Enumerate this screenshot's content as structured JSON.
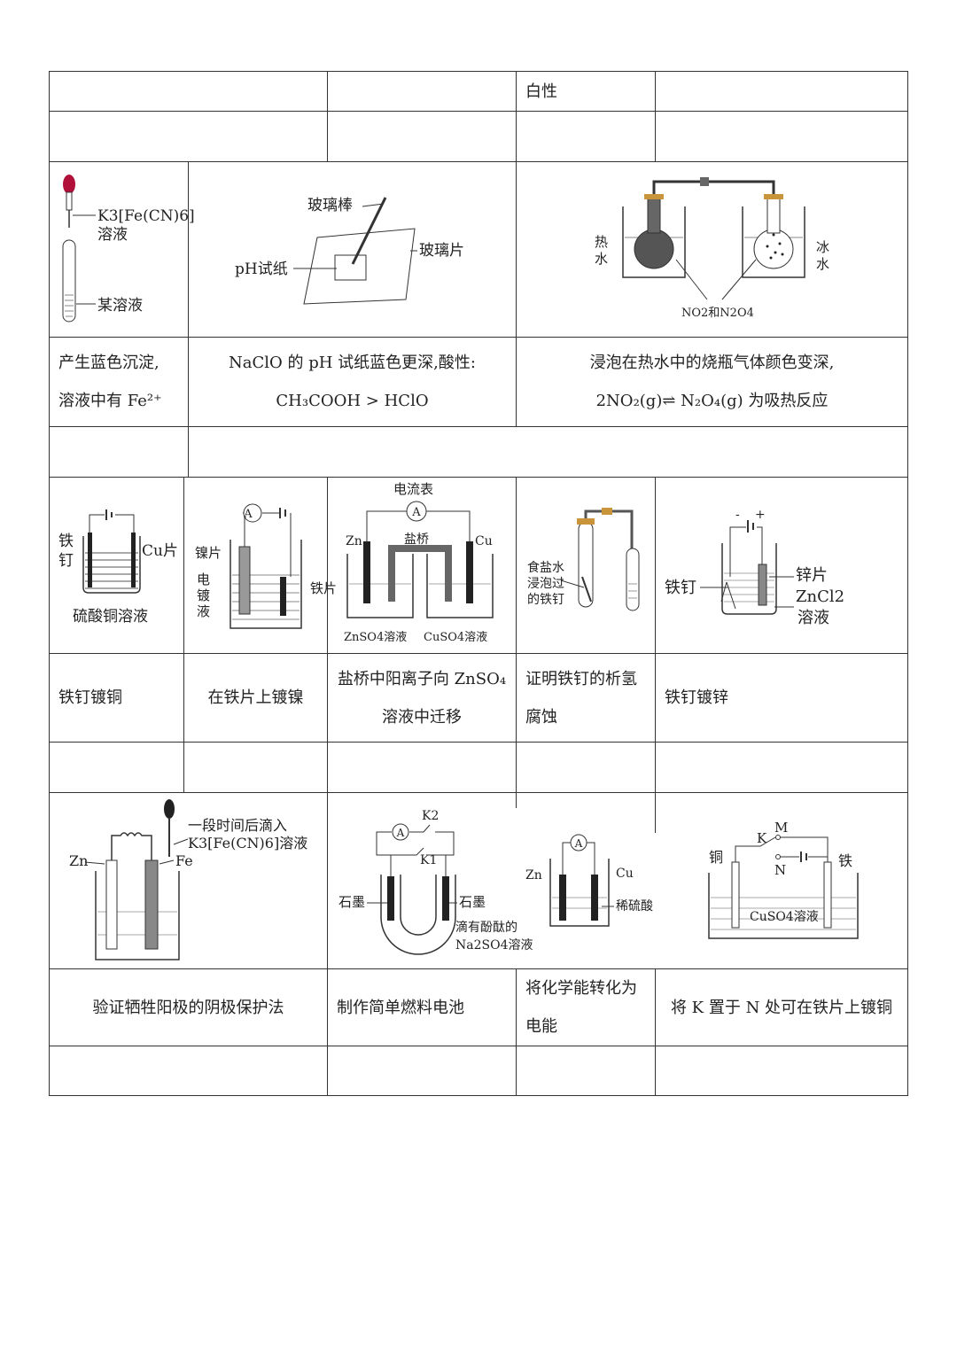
{
  "row1": {
    "col3": "白性"
  },
  "fig1": {
    "reagent": "K3[Fe(CN)6]",
    "reagent_2": "溶液",
    "solution": "某溶液"
  },
  "fig2": {
    "glass_rod": "玻璃棒",
    "ph_paper": "pH试纸",
    "glass_plate": "玻璃片"
  },
  "fig3": {
    "hot_1": "热",
    "hot_2": "水",
    "ice_1": "冰",
    "ice_2": "水",
    "gas": "NO2和N2O4"
  },
  "desc1": {
    "line1": "产生蓝色沉淀,",
    "line2": "溶液中有 Fe²⁺"
  },
  "desc2": {
    "line1": "NaClO 的 pH 试纸蓝色更深,酸性:",
    "line2": "CH₃COOH > HClO"
  },
  "desc3": {
    "line1": "浸泡在热水中的烧瓶气体颜色变深,",
    "line2": "2NO₂(g)⇌ N₂O₄(g) 为吸热反应"
  },
  "fig4": {
    "iron_1": "铁",
    "iron_2": "钉",
    "cu": "Cu片",
    "solution": "硫酸铜溶液"
  },
  "fig5": {
    "nickel": "镍片",
    "liq_1": "电",
    "liq_2": "镀",
    "liq_3": "液",
    "iron": "铁片",
    "ammeter": "A"
  },
  "fig6": {
    "ammeter_label": "电流表",
    "ammeter": "A",
    "zn": "Zn",
    "bridge": "盐桥",
    "cu": "Cu",
    "sol_left": "ZnSO4溶液",
    "sol_right": "CuSO4溶液"
  },
  "fig7": {
    "line1": "食盐水",
    "line2": "浸泡过",
    "line3": "的铁钉"
  },
  "fig8": {
    "iron": "铁钉",
    "zinc": "锌片",
    "zncl2": "ZnCl2",
    "solution": "溶液"
  },
  "desc4": {
    "c1": "铁钉镀铜",
    "c2": "在铁片上镀镍",
    "c3_1": "盐桥中阳离子向 ZnSO₄",
    "c3_2": "溶液中迁移",
    "c4_1": "证明铁钉的析氢",
    "c4_2": "腐蚀",
    "c5": "铁钉镀锌"
  },
  "fig9": {
    "note_1": "一段时间后滴入",
    "note_2": "K3[Fe(CN)6]溶液",
    "zn": "Zn",
    "fe": "Fe"
  },
  "fig10": {
    "k2": "K2",
    "k1": "K1",
    "ammeter": "A",
    "graphite_l": "石墨",
    "graphite_r": "石墨",
    "sol_1": "滴有酚酞的",
    "sol_2": "Na2SO4溶液"
  },
  "fig11": {
    "zn": "Zn",
    "cu": "Cu",
    "acid": "稀硫酸",
    "ammeter": "A"
  },
  "fig12": {
    "copper": "铜",
    "iron": "铁",
    "k": "K",
    "m": "M",
    "n": "N",
    "solution": "CuSO4溶液"
  },
  "desc5": {
    "c1": "验证牺牲阳极的阴极保护法",
    "c2": "制作简单燃料电池",
    "c3_1": "将化学能转化为",
    "c3_2": "电能",
    "c4": "将 K 置于 N 处可在铁片上镀铜"
  }
}
